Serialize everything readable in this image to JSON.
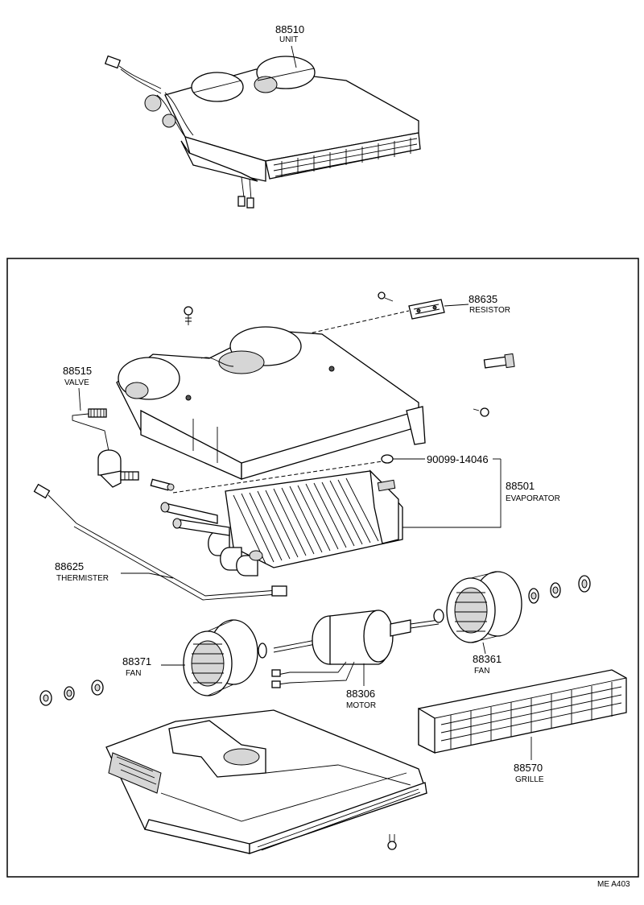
{
  "parts": {
    "unit": {
      "number": "88510",
      "name": "UNIT"
    },
    "resistor": {
      "number": "88635",
      "name": "RESISTOR"
    },
    "valve": {
      "number": "88515",
      "name": "VALVE"
    },
    "washer": {
      "number": "90099-14046"
    },
    "evaporator": {
      "number": "88501",
      "name": "EVAPORATOR"
    },
    "thermister": {
      "number": "88625",
      "name": "THERMISTER"
    },
    "fan_left": {
      "number": "88371",
      "name": "FAN"
    },
    "fan_right": {
      "number": "88361",
      "name": "FAN"
    },
    "motor": {
      "number": "88306",
      "name": "MOTOR"
    },
    "grille": {
      "number": "88570",
      "name": "GRILLE"
    }
  },
  "footer": {
    "code": "ME  A403"
  }
}
